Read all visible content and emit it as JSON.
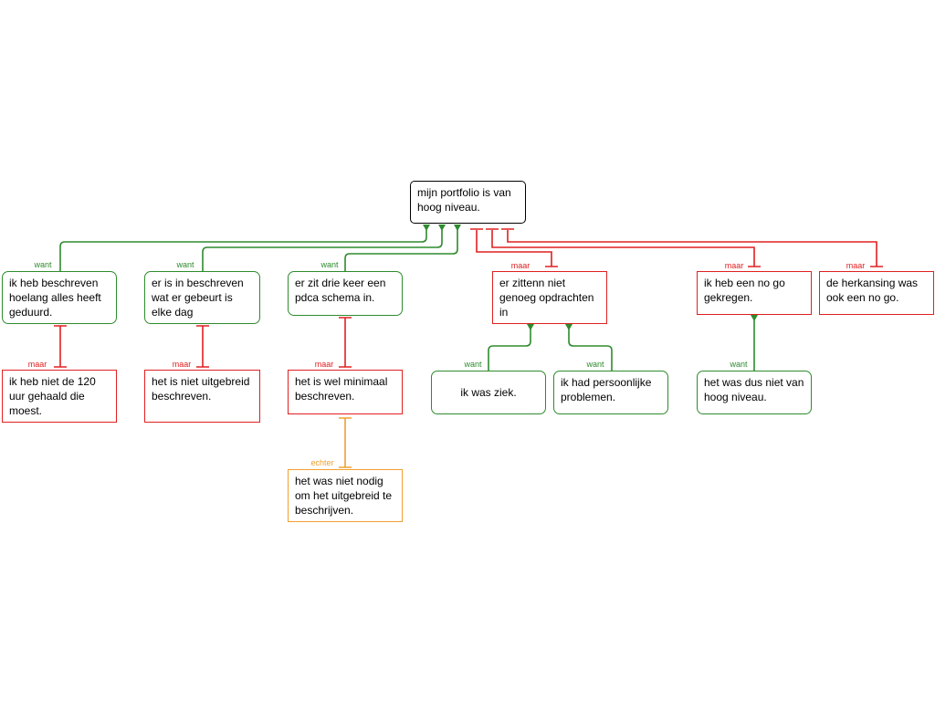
{
  "colors": {
    "claim": "#000000",
    "pro": "#2e8b2e",
    "con": "#e02020",
    "objection": "#f0a030"
  },
  "nodes": {
    "main_claim": "mijn portfolio is van hoog niveau.",
    "reason_1": "ik heb beschreven hoelang alles heeft geduurd.",
    "objection_1": "ik heb niet de 120 uur gehaald die moest.",
    "reason_2": "er is  in beschreven wat er gebeurt is elke dag",
    "objection_2": "het is niet uitgebreid beschreven.",
    "reason_3": "er zit drie keer een pdca schema in.",
    "objection_3": "het is wel minimaal beschreven.",
    "rebuttal_3": "het was niet nodig om het uitgebreid te beschrijven.",
    "objection_4": "er zittenn  niet genoeg opdrachten in",
    "reason_4a": "ik was ziek.",
    "reason_4b": "ik had persoonlijke problemen.",
    "objection_5": "ik heb een no go gekregen.",
    "reason_5": "het was dus niet van hoog niveau.",
    "objection_6": "de herkansing was ook een no go."
  },
  "labels": {
    "want": "want",
    "maar": "maar",
    "echter": "echter"
  }
}
